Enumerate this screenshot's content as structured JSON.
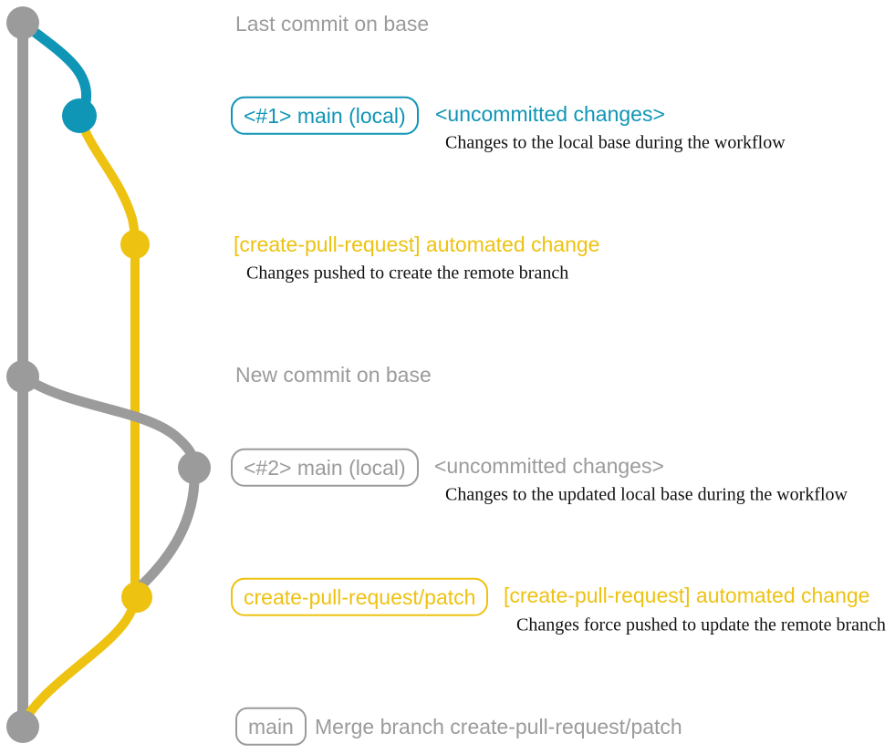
{
  "colors": {
    "blue": "#0f95b6",
    "yellow": "#eec211",
    "gray": "#9b9b9b",
    "note_text": "#111111",
    "background": "#ffffff"
  },
  "rows": {
    "last_base": {
      "title": "Last commit on base"
    },
    "local1": {
      "badge": "<#1> main (local)",
      "heading": "<uncommitted changes>",
      "note": "Changes to the local base during the workflow"
    },
    "remote1": {
      "heading": "[create-pull-request] automated change",
      "note": "Changes pushed to create the remote branch"
    },
    "new_base": {
      "title": "New commit on base"
    },
    "local2": {
      "badge": "<#2> main (local)",
      "heading": "<uncommitted changes>",
      "note": "Changes to the updated local base during the workflow"
    },
    "remote2": {
      "badge": "create-pull-request/patch",
      "heading": "[create-pull-request] automated change",
      "note": "Changes force pushed to update the remote branch"
    },
    "merge": {
      "badge": "main",
      "text": "Merge branch create-pull-request/patch"
    }
  },
  "graph": {
    "nodes": [
      {
        "name": "last-commit-on-base",
        "color_key": "gray"
      },
      {
        "name": "local-main-commit-1",
        "color_key": "blue"
      },
      {
        "name": "automated-change-commit-1",
        "color_key": "yellow"
      },
      {
        "name": "new-commit-on-base",
        "color_key": "gray"
      },
      {
        "name": "local-main-commit-2",
        "color_key": "gray"
      },
      {
        "name": "automated-change-commit-2",
        "color_key": "yellow"
      },
      {
        "name": "merge-commit",
        "color_key": "gray"
      }
    ]
  }
}
